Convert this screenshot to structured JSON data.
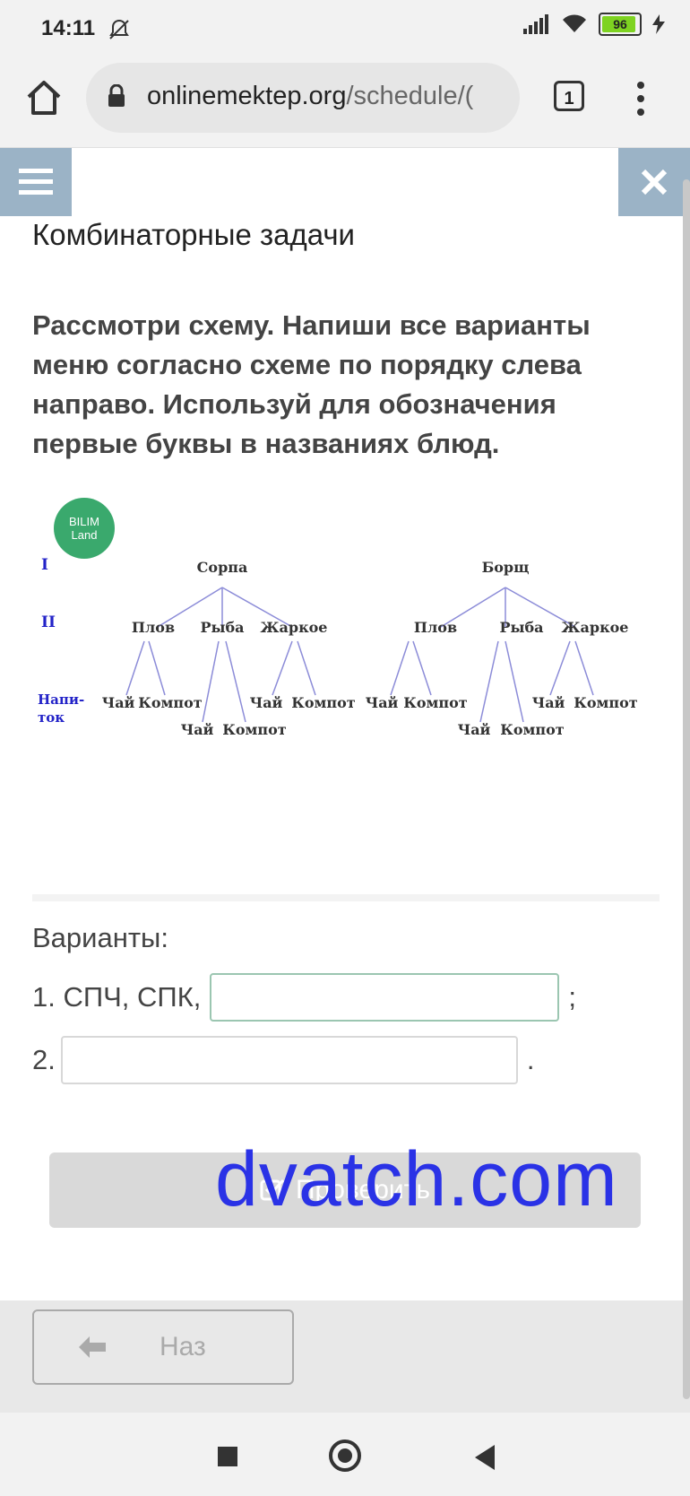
{
  "status": {
    "time": "14:11",
    "battery": "96"
  },
  "browser": {
    "url_domain": "onlinemektep.org",
    "url_path": "/schedule/(",
    "tabs_count": "1"
  },
  "page": {
    "title": "Комбинаторные задачи",
    "task": "Рассмотри схему. Напиши все варианты меню согласно схеме по порядку слева направо. Используй для обозначения первые буквы в названиях блюд.",
    "logo_line1": "BILIM",
    "logo_line2": "Land"
  },
  "diagram": {
    "level_labels": [
      "I",
      "II",
      "Напи-",
      "ток"
    ],
    "roots": [
      "Сорпа",
      "Борщ"
    ],
    "level2": [
      "Плов",
      "Рыба",
      "Жаркое"
    ],
    "drinks": [
      "Чай",
      "Компот"
    ]
  },
  "answer": {
    "variants_label": "Варианты:",
    "row1_prefix": "1. СПЧ, СПК,",
    "row1_value": "",
    "row1_suffix": ";",
    "row2_prefix": "2.",
    "row2_value": "",
    "row2_suffix": "."
  },
  "buttons": {
    "check": "Проверить",
    "back": "Наз"
  },
  "watermark": "dvatch.com",
  "colors": {
    "accent": "#9bb3c6",
    "diagram_lines": "#8c8cd8",
    "level_labels": "#2323c8"
  }
}
